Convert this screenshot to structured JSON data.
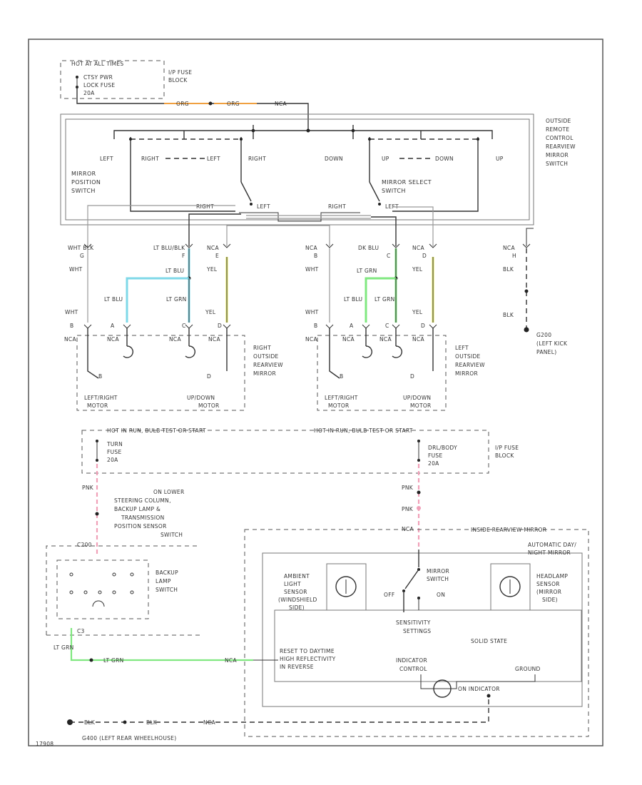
{
  "fuse_top": {
    "title": "HOT AT ALL TIMES",
    "line1": "CTSY PWR",
    "line2": "LOCK FUSE",
    "line3": "20A",
    "block": [
      "I/P FUSE",
      "BLOCK"
    ]
  },
  "wire_top": {
    "w1": "ORG",
    "w2": "ORG",
    "w3": "NCA"
  },
  "switch_assembly": {
    "title": [
      "OUTSIDE",
      "REMOTE",
      "CONTROL",
      "REARVIEW",
      "MIRROR",
      "SWITCH"
    ],
    "position_switch": [
      "MIRROR",
      "POSITION",
      "SWITCH"
    ],
    "select_switch": [
      "MIRROR SELECT",
      "SWITCH"
    ],
    "labels": {
      "left1": "LEFT",
      "right1": "RIGHT",
      "left2": "LEFT",
      "right2": "RIGHT",
      "down1": "DOWN",
      "up1": "UP",
      "down2": "DOWN",
      "up2": "UP",
      "sel_right": "RIGHT",
      "sel_left": "LEFT",
      "sel2_right": "RIGHT",
      "sel2_left": "LEFT"
    }
  },
  "connectors": {
    "c1": {
      "code": "WHT BLK",
      "pin": "G",
      "color": "WHT"
    },
    "c2": {
      "code": "LT BLU/BLK",
      "pin": "F",
      "color": "LT BLU"
    },
    "c3": {
      "code": "NCA",
      "pin": "E",
      "color": "YEL"
    },
    "c4": {
      "code": "NCA",
      "pin": "B",
      "color": "WHT"
    },
    "c5": {
      "code": "DK BLU",
      "pin": "C",
      "color": "LT GRN"
    },
    "c6": {
      "code": "NCA",
      "pin": "D",
      "color": "YEL"
    },
    "c7": {
      "code": "NCA",
      "pin": "H",
      "color": "BLK"
    }
  },
  "mirror_wires": {
    "right": {
      "w1": "WHT",
      "w2": "LT BLU",
      "w3": "LT GRN",
      "w4": "YEL"
    },
    "left": {
      "w1": "WHT",
      "w2": "LT BLU",
      "w3": "LT GRN",
      "w4": "YEL"
    },
    "blk": "BLK",
    "ground_top": [
      "G200",
      "(LEFT KICK",
      "PANEL)"
    ]
  },
  "right_mirror": {
    "title": [
      "RIGHT",
      "OUTSIDE",
      "REARVIEW",
      "MIRROR"
    ],
    "motor1": [
      "LEFT/RIGHT",
      "MOTOR"
    ],
    "motor2": [
      "UP/DOWN",
      "MOTOR"
    ],
    "pins": [
      "B",
      "NCA",
      "A",
      "NCA",
      "C",
      "NCA",
      "D",
      "NCA"
    ]
  },
  "left_mirror": {
    "title": [
      "LEFT",
      "OUTSIDE",
      "REARVIEW",
      "MIRROR"
    ],
    "motor1": [
      "LEFT/RIGHT",
      "MOTOR"
    ],
    "motor2": [
      "UP/DOWN",
      "MOTOR"
    ],
    "pins": [
      "B",
      "NCA",
      "A",
      "NCA",
      "C",
      "NCA",
      "D",
      "NCA"
    ]
  },
  "fuse_bottom": {
    "title_left": "HOT IN RUN, BULB TEST OR START",
    "title_right": "HOT IN RUN, BULB TEST OR START",
    "f1": [
      "TURN",
      "FUSE",
      "20A"
    ],
    "f2": [
      "DRL/BODY",
      "FUSE",
      "20A"
    ],
    "block": [
      "I/P FUSE",
      "BLOCK"
    ]
  },
  "pink_wires": {
    "left": "PNK",
    "right1": "PNK",
    "right2": "PNK",
    "nca": "NCA"
  },
  "backup": {
    "desc": [
      "ON LOWER",
      "STEERING COLUMN,",
      "BACKUP LAMP &",
      "TRANSMISSION",
      "POSITION SENSOR",
      "SWITCH"
    ],
    "switch": [
      "BACKUP",
      "LAMP",
      "SWITCH"
    ],
    "conn": "C200",
    "pin": "C3",
    "wire": "LT GRN",
    "wire2": "LT GRN",
    "nca": "NCA"
  },
  "auto_mirror": {
    "outer": "INSIDE REARVIEW MIRROR",
    "inner": [
      "AUTOMATIC DAY/",
      "NIGHT MIRROR"
    ],
    "ambient": [
      "AMBIENT",
      "LIGHT",
      "SENSOR",
      "(WINDSHIELD",
      "SIDE)"
    ],
    "switch": [
      "MIRROR",
      "SWITCH"
    ],
    "on": "ON",
    "off": "OFF",
    "headlamp": [
      "HEADLAMP",
      "SENSOR",
      "(MIRROR",
      "SIDE)"
    ],
    "sensitivity": [
      "SENSITIVITY",
      "SETTINGS"
    ],
    "solid": "SOLID STATE",
    "reset": [
      "RESET TO DAYTIME",
      "HIGH REFLECTIVITY",
      "IN REVERSE"
    ],
    "indicator": [
      "INDICATOR",
      "CONTROL"
    ],
    "ground_lbl": "GROUND",
    "on_indicator": "ON INDICATOR"
  },
  "ground_bottom": {
    "w1": "BLK",
    "w2": "BLK",
    "nca": "NCA",
    "label": "G400   (LEFT REAR WHEELHOUSE)"
  },
  "corner_code": "17908"
}
